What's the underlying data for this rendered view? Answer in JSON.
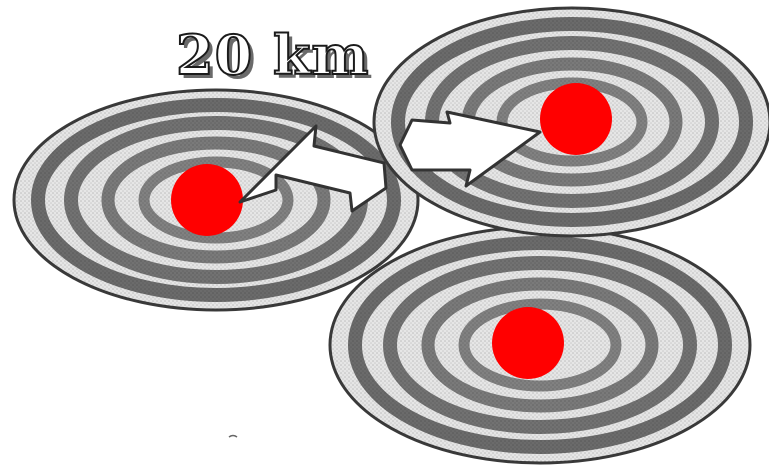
{
  "diagram": {
    "distance_label": "20 km",
    "marker_color": "#ff0000",
    "ring_colors": {
      "light": "#e8e8e8",
      "dark": "#4a4a4a",
      "outline": "#3a3a3a"
    },
    "wave_sources": [
      {
        "name": "left"
      },
      {
        "name": "top-right"
      },
      {
        "name": "bottom-right"
      }
    ],
    "arrows": [
      {
        "name": "distance-arrow-left"
      },
      {
        "name": "distance-arrow-right"
      }
    ]
  }
}
